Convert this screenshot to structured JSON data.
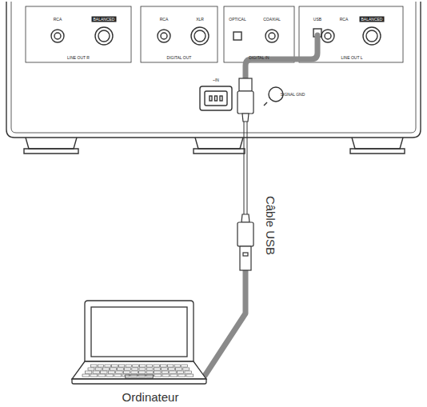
{
  "diagram": {
    "labels": [
      "RCA",
      "BALANCED",
      "LINE OUT R",
      "RCA",
      "XLR",
      "DIGITAL OUT",
      "OPTICAL",
      "COAXIAL",
      "DIGITAL IN",
      "USB",
      "RCA",
      "BALANCED",
      "LINE OUT L",
      "~IN",
      "SIGNAL GND",
      "Câble USB",
      "Ordinateur"
    ]
  }
}
